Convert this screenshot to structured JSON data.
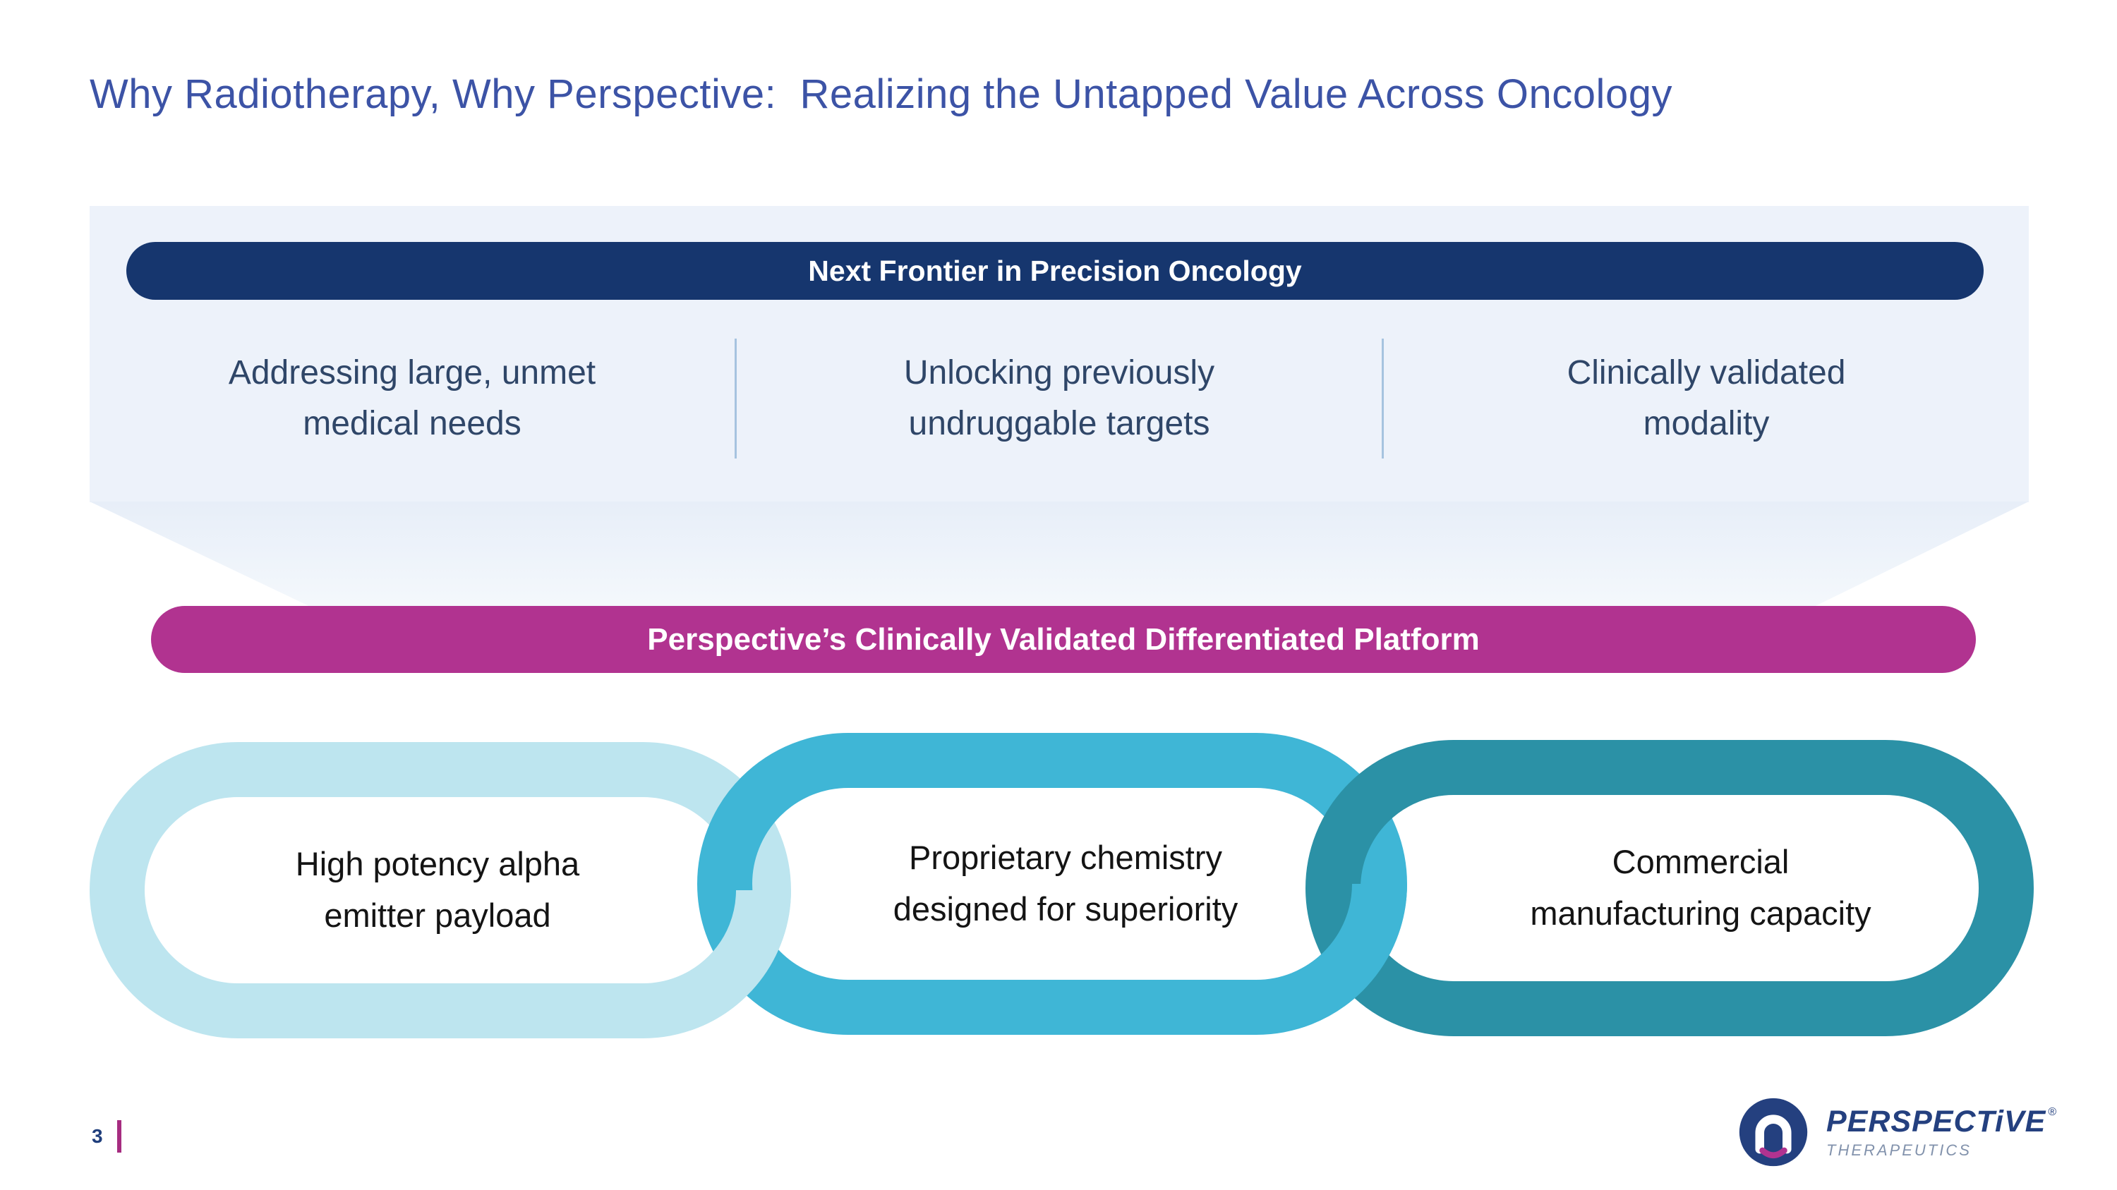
{
  "slide": {
    "title": "Why Radiotherapy, Why Perspective:  Realizing the Untapped Value Across Oncology",
    "page_number": "3"
  },
  "top_panel": {
    "banner": "Next Frontier in Precision Oncology",
    "items": [
      {
        "text": "Addressing large, unmet\nmedical needs"
      },
      {
        "text": "Unlocking previously\nundruggable targets"
      },
      {
        "text": "Clinically validated\nmodality"
      }
    ]
  },
  "platform_banner": {
    "label": "Perspective’s Clinically Validated Differentiated Platform",
    "color": "#B13390"
  },
  "chain": {
    "links": [
      {
        "label": "High potency alpha\nemitter payload",
        "color": "#BDE5EF"
      },
      {
        "label": "Proprietary chemistry\ndesigned for superiority",
        "color": "#3FB6D6"
      },
      {
        "label": "Commercial\nmanufacturing capacity",
        "color": "#2B91A6"
      }
    ]
  },
  "colors": {
    "title": "#3C53A6",
    "navy_banner": "#16366E",
    "panel_bg": "#EDF2FA",
    "footer_bar": "#A62C80"
  },
  "logo": {
    "brand": "PERSPECTiVE",
    "registered": "®",
    "subbrand": "THERAPEUTICS"
  }
}
